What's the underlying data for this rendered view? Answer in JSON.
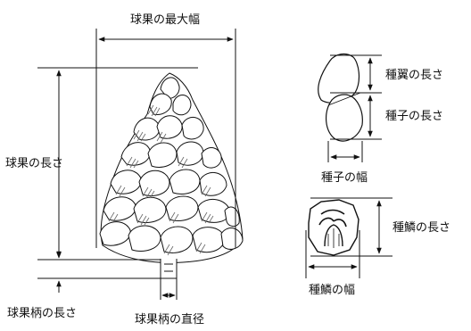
{
  "labels": {
    "cone_max_width": "球果の最大幅",
    "cone_length": "球果の長さ",
    "stalk_length": "球果柄の長さ",
    "stalk_diameter": "球果柄の直径",
    "wing_length": "種翼の長さ",
    "seed_length": "種子の長さ",
    "seed_width": "種子の幅",
    "scale_length": "種鱗の長さ",
    "scale_width": "種鱗の幅"
  },
  "colors": {
    "ink": "#111111",
    "hatch": "#666666",
    "background": "#ffffff"
  }
}
